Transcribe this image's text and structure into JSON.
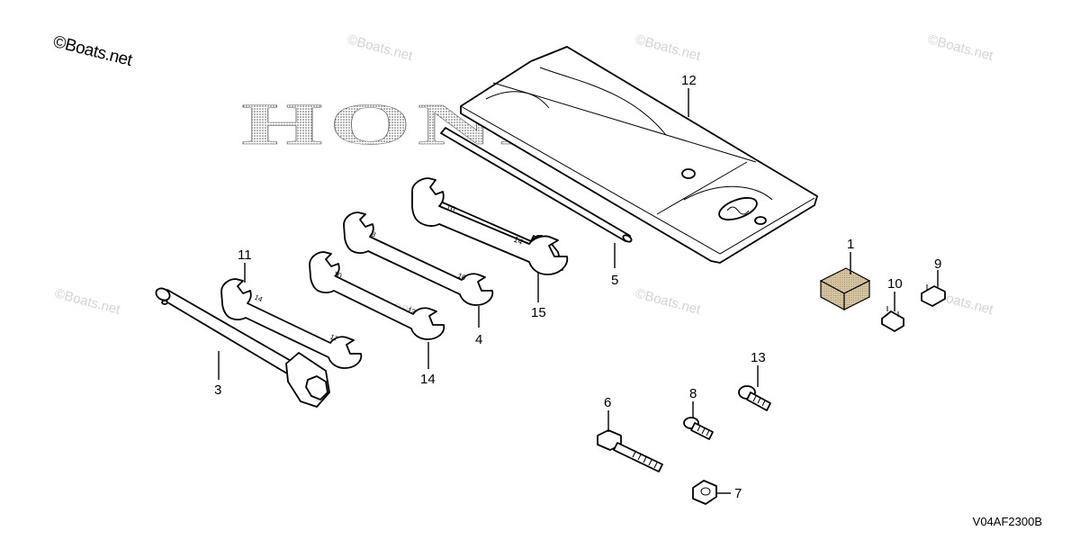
{
  "copyright": "©Boats.net",
  "watermark_text": "©Boats.net",
  "brand_logo": "HONDA",
  "diagram_code": "V04AF2300B",
  "part_labels": {
    "p1": "1",
    "p3": "3",
    "p4": "4",
    "p5": "5",
    "p6": "6",
    "p7": "7",
    "p8": "8",
    "p9": "9",
    "p10": "10",
    "p11": "11",
    "p12": "12",
    "p13": "13",
    "p14": "14",
    "p15": "15"
  },
  "wrench_sizes": {
    "w11a": "14",
    "w11b": "17",
    "w14a": "10",
    "w14b": "12",
    "w4a": "8",
    "w4b": "10",
    "w15a": "10",
    "w15b": "14"
  }
}
